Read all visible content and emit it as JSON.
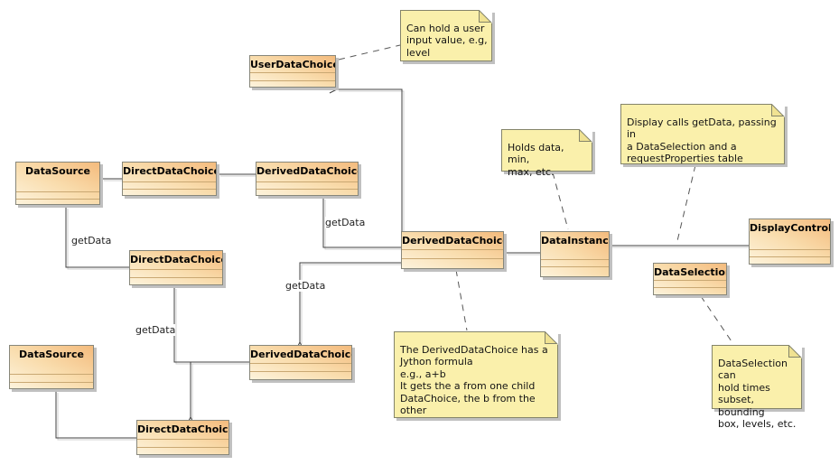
{
  "diagram": {
    "kind": "uml-class-diagram",
    "classes": [
      {
        "name": "UserDataChoice"
      },
      {
        "name": "DataSource"
      },
      {
        "name": "DirectDataChoice"
      },
      {
        "name": "DerivedDataChoice"
      },
      {
        "name": "DerivedDataChoice"
      },
      {
        "name": "DataInstance"
      },
      {
        "name": "DisplayControl"
      },
      {
        "name": "DataSelection"
      },
      {
        "name": "DirectDataChoice"
      },
      {
        "name": "DataSource"
      },
      {
        "name": "DerivedDataChoice"
      },
      {
        "name": "DirectDataChoice"
      }
    ],
    "notes": [
      {
        "text": "Can hold a user\ninput value, e.g,\nlevel"
      },
      {
        "text": "Holds data, min,\nmax, etc."
      },
      {
        "text": "Display calls getData, passing in\na DataSelection and a\nrequestProperties table"
      },
      {
        "text": "The DerivedDataChoice has a\nJython formula\ne.g., a+b\nIt gets the a from one child\nDataChoice, the b from the other"
      },
      {
        "text": "DataSelection can\nhold times\nsubset, bounding\nbox, levels, etc."
      }
    ],
    "edge_labels": [
      {
        "text": "getData"
      },
      {
        "text": "getData"
      },
      {
        "text": "getData"
      },
      {
        "text": "getData"
      }
    ],
    "colors": {
      "class_fill_light": "#FDF3DC",
      "class_fill_orange": "#F4BB7D",
      "class_border": "#87877B",
      "compartment_line": "#C9A873",
      "note_fill": "#FAF0AB",
      "note_border": "#84846A",
      "note_fold": "#F0E292",
      "connector": "#404040",
      "dashed_anchor": "#565656",
      "shadow": "#C0C0C0",
      "background": "#FFFFFF"
    }
  }
}
